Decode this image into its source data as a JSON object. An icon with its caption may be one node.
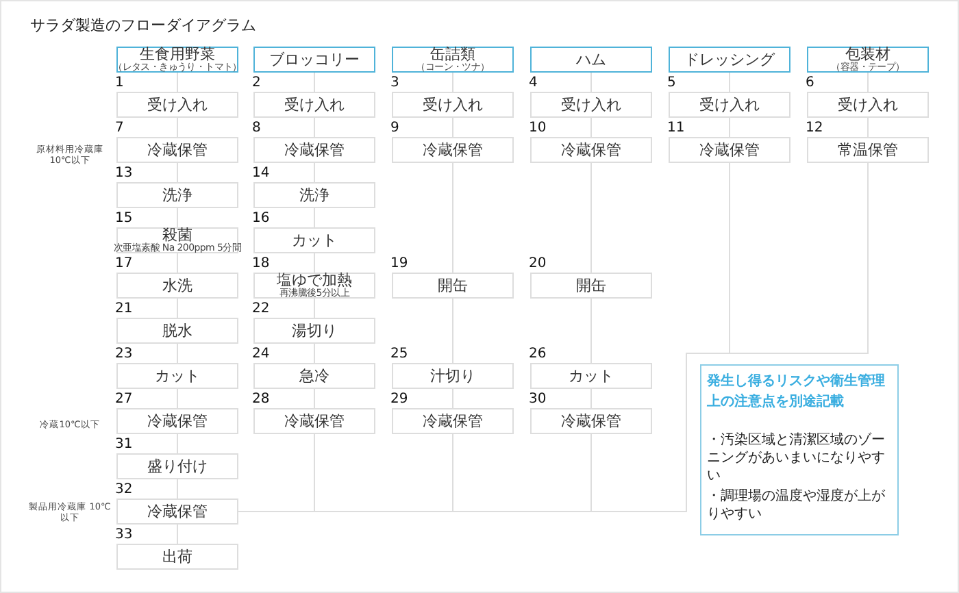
{
  "diagram": {
    "title": "サラダ製造のフローダイアグラム",
    "nodes": [
      {
        "text": [
          "生食用野菜",
          "（レタス・きゅうり・トマト）"
        ]
      },
      {
        "text": [
          "ブロッコリー"
        ]
      },
      {
        "text": [
          "缶詰類",
          "（コーン・ツナ）"
        ]
      },
      {
        "text": [
          "ハム"
        ]
      },
      {
        "text": [
          "ドレッシング"
        ]
      },
      {
        "text": [
          "包装材",
          "（容器・テープ）"
        ]
      },
      {
        "text": [
          "受け入れ"
        ],
        "beside": [
          "1"
        ]
      },
      {
        "text": [
          "受け入れ"
        ],
        "beside": [
          "2"
        ]
      },
      {
        "text": [
          "受け入れ"
        ],
        "beside": [
          "3"
        ]
      },
      {
        "text": [
          "受け入れ"
        ],
        "beside": [
          "4"
        ]
      },
      {
        "text": [
          "受け入れ"
        ],
        "beside": [
          "5"
        ]
      },
      {
        "text": [
          "受け入れ"
        ],
        "beside": [
          "6"
        ]
      },
      {
        "text": [
          "冷蔵保管"
        ],
        "beside": [
          "7"
        ]
      },
      {
        "text": [
          "冷蔵保管"
        ],
        "beside": [
          "8"
        ]
      },
      {
        "text": [
          "冷蔵保管"
        ],
        "beside": [
          "9"
        ]
      },
      {
        "text": [
          "冷蔵保管"
        ],
        "beside": [
          "10"
        ]
      },
      {
        "text": [
          "冷蔵保管"
        ],
        "beside": [
          "11"
        ]
      },
      {
        "text": [
          "常温保管"
        ],
        "beside": [
          "12"
        ]
      },
      {
        "text": [
          "洗浄"
        ],
        "beside": [
          "13"
        ]
      },
      {
        "text": [
          "洗浄"
        ],
        "beside": [
          "14"
        ]
      },
      {
        "text": [
          "殺菌",
          "次亜塩素酸 Na 200ppm 5分間"
        ],
        "beside": [
          "15"
        ]
      },
      {
        "text": [
          "カット"
        ],
        "beside": [
          "16"
        ]
      },
      {
        "text": [
          "水洗"
        ],
        "beside": [
          "17"
        ]
      },
      {
        "text": [
          "塩ゆで加熱",
          "再沸騰後5分以上"
        ],
        "beside": [
          "18"
        ]
      },
      {
        "text": [
          "開缶"
        ],
        "beside": [
          "19"
        ]
      },
      {
        "text": [
          "開缶"
        ],
        "beside": [
          "20"
        ]
      },
      {
        "text": [
          "脱水"
        ],
        "beside": [
          "21"
        ]
      },
      {
        "text": [
          "湯切り"
        ],
        "beside": [
          "22"
        ]
      },
      {
        "text": [
          "カット"
        ],
        "beside": [
          "23"
        ]
      },
      {
        "text": [
          "急冷"
        ],
        "beside": [
          "24"
        ]
      },
      {
        "text": [
          "汁切り"
        ],
        "beside": [
          "25"
        ]
      },
      {
        "text": [
          "カット"
        ],
        "beside": [
          "26"
        ]
      },
      {
        "text": [
          "冷蔵保管"
        ],
        "beside": [
          "27"
        ]
      },
      {
        "text": [
          "冷蔵保管"
        ],
        "beside": [
          "28"
        ]
      },
      {
        "text": [
          "冷蔵保管"
        ],
        "beside": [
          "29"
        ]
      },
      {
        "text": [
          "冷蔵保管"
        ],
        "beside": [
          "30"
        ]
      },
      {
        "text": [
          "盛り付け"
        ],
        "beside": [
          "31"
        ]
      },
      {
        "text": [
          "冷蔵保管"
        ],
        "beside": [
          "32"
        ]
      },
      {
        "text": [
          "出荷"
        ],
        "beside": [
          "33"
        ]
      },
      {
        "text": [
          "発生し得るリスクや衛生管理上の注意点を別途記載",
          "・汚染区域と清潔区域のゾーニングがあいまいになりやすい",
          "・調理場の温度や湿度が上がりやすい"
        ]
      }
    ],
    "edges": [
      {
        "from": 0,
        "to": 6,
        "arrow": "none"
      },
      {
        "from": 1,
        "to": 7,
        "arrow": "none"
      },
      {
        "from": 2,
        "to": 8,
        "arrow": "none"
      },
      {
        "from": 3,
        "to": 9,
        "arrow": "none"
      },
      {
        "from": 4,
        "to": 10,
        "arrow": "none"
      },
      {
        "from": 5,
        "to": 11,
        "arrow": "none"
      },
      {
        "from": 6,
        "to": 12,
        "arrow": "none"
      },
      {
        "from": 12,
        "to": 18,
        "arrow": "none"
      },
      {
        "from": 18,
        "to": 20,
        "arrow": "none"
      },
      {
        "from": 20,
        "to": 22,
        "arrow": "none"
      },
      {
        "from": 22,
        "to": 26,
        "arrow": "none"
      },
      {
        "from": 26,
        "to": 28,
        "arrow": "none"
      },
      {
        "from": 28,
        "to": 32,
        "arrow": "none"
      },
      {
        "from": 32,
        "to": 36,
        "arrow": "none"
      },
      {
        "from": 36,
        "to": 37,
        "arrow": "none"
      },
      {
        "from": 37,
        "to": 38,
        "arrow": "none"
      },
      {
        "from": 7,
        "to": 13,
        "arrow": "none"
      },
      {
        "from": 13,
        "to": 19,
        "arrow": "none"
      },
      {
        "from": 19,
        "to": 21,
        "arrow": "none"
      },
      {
        "from": 21,
        "to": 23,
        "arrow": "none"
      },
      {
        "from": 23,
        "to": 27,
        "arrow": "none"
      },
      {
        "from": 27,
        "to": 29,
        "arrow": "none"
      },
      {
        "from": 29,
        "to": 33,
        "arrow": "none"
      },
      {
        "from": 33,
        "to": 37,
        "arrow": "none"
      },
      {
        "from": 8,
        "to": 14,
        "arrow": "none"
      },
      {
        "from": 14,
        "to": 24,
        "arrow": "none"
      },
      {
        "from": 24,
        "to": 30,
        "arrow": "none"
      },
      {
        "from": 30,
        "to": 34,
        "arrow": "none"
      },
      {
        "from": 34,
        "to": 37,
        "arrow": "none"
      },
      {
        "from": 9,
        "to": 15,
        "arrow": "none"
      },
      {
        "from": 15,
        "to": 25,
        "arrow": "none"
      },
      {
        "from": 25,
        "to": 31,
        "arrow": "none"
      },
      {
        "from": 31,
        "to": 35,
        "arrow": "none"
      },
      {
        "from": 35,
        "to": 37,
        "arrow": "none"
      },
      {
        "from": 10,
        "to": 16,
        "arrow": "none"
      },
      {
        "from": 16,
        "to": 37,
        "arrow": "none"
      },
      {
        "from": 11,
        "to": 17,
        "arrow": "none"
      },
      {
        "from": 17,
        "to": 37,
        "arrow": "none"
      }
    ],
    "labels": [
      "原材料用冷蔵庫 10℃以下",
      "冷蔵10℃以下",
      "製品用冷蔵庫 10℃以下"
    ]
  }
}
